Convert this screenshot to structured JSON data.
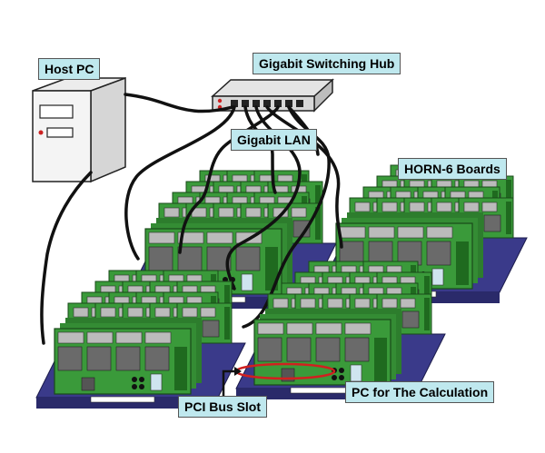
{
  "labels": {
    "host_pc": "Host PC",
    "hub": "Gigabit Switching Hub",
    "lan": "Gigabit LAN",
    "boards": "HORN-6 Boards",
    "pci": "PCI Bus Slot",
    "pc_calc": "PC for The Calculation"
  },
  "colors": {
    "board": "#3a9a3a",
    "board_dark": "#1f6a1f",
    "chip": "#6a6a6a",
    "base": "#3a3a8a",
    "label_bg": "#bfe8ee",
    "ellipse": "#d02020"
  }
}
